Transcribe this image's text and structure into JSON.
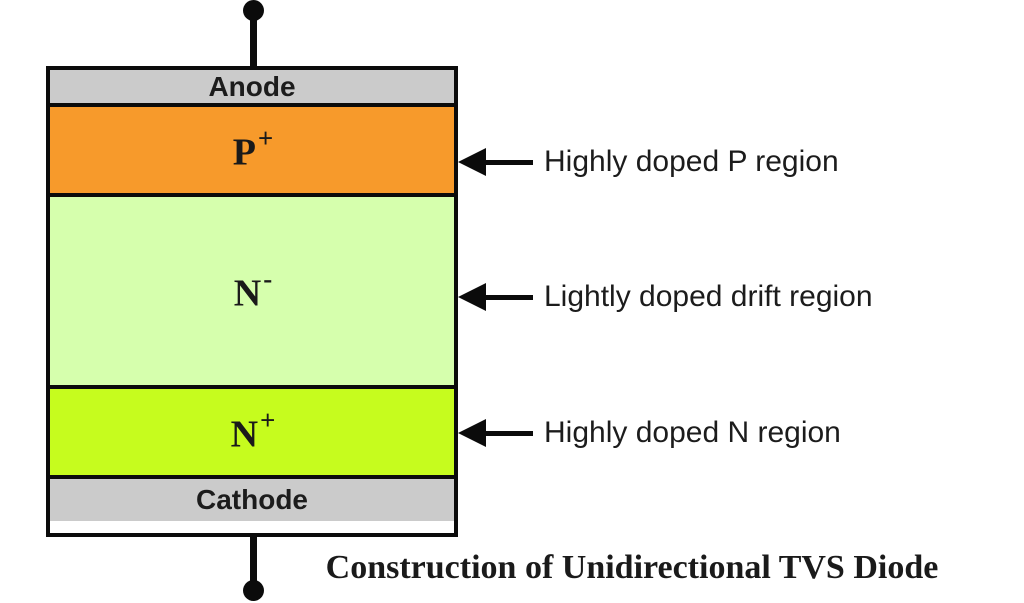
{
  "diagram": {
    "top_contact": {
      "label": "Anode",
      "color": "#cbcbcb"
    },
    "bottom_contact": {
      "label": "Cathode",
      "color": "#cbcbcb"
    },
    "layers": [
      {
        "symbol": "P",
        "superscript": "+",
        "color": "#f79a2b",
        "annotation": "Highly doped P region"
      },
      {
        "symbol": "N",
        "superscript": "-",
        "color": "#d6ffad",
        "annotation": "Lightly doped drift region"
      },
      {
        "symbol": "N",
        "superscript": "+",
        "color": "#c6fc1e",
        "annotation": "Highly doped N region"
      }
    ],
    "outline_color": "#0b0b0b"
  },
  "caption": "Construction of Unidirectional TVS Diode"
}
